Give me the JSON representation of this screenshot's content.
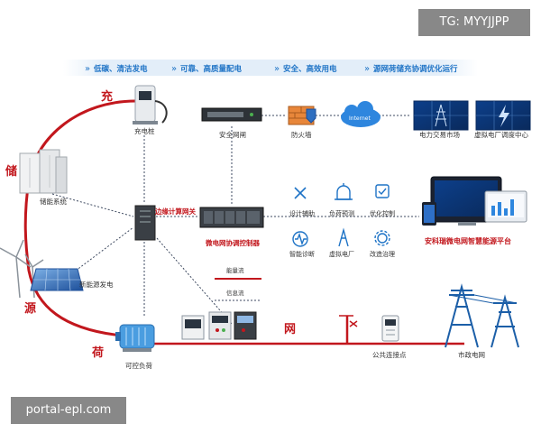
{
  "banner": {
    "items": [
      "低碳、清洁发电",
      "可靠、高质量配电",
      "安全、高效用电",
      "源网荷储充协调优化运行"
    ]
  },
  "big_labels": {
    "chong": "充",
    "chu": "储",
    "yuan": "源",
    "he": "荷",
    "wang": "网"
  },
  "labels": {
    "charging_pile": "充电桩",
    "storage_system": "储能系统",
    "new_energy": "新能源发电",
    "controllable_load": "可控负荷",
    "security_gateway": "安全网闸",
    "firewall": "防火墙",
    "internet": "Internet",
    "power_market": "电力交易市场",
    "vpp_center": "虚拟电厂调度中心",
    "edge_gateway": "边缘计算网关",
    "controller": "微电网协调控制器",
    "platform": "安科瑞微电网智慧能源平台",
    "energy_flow": "能量流",
    "info_flow": "信息流",
    "pcc": "公共连接点",
    "grid": "市政电网"
  },
  "functions": [
    "设计辅助",
    "负荷预测",
    "优化控制",
    "智能诊断",
    "虚拟电厂",
    "改造治理"
  ],
  "watermarks": {
    "top": "TG: MYYJJPP",
    "bottom": "portal-epl.com"
  },
  "colors": {
    "energy": "#c2171d",
    "info": "#3e4a60",
    "banner": "#1e73c6",
    "platform": "#c2171d",
    "grid_blue": "#1c5fa8"
  }
}
